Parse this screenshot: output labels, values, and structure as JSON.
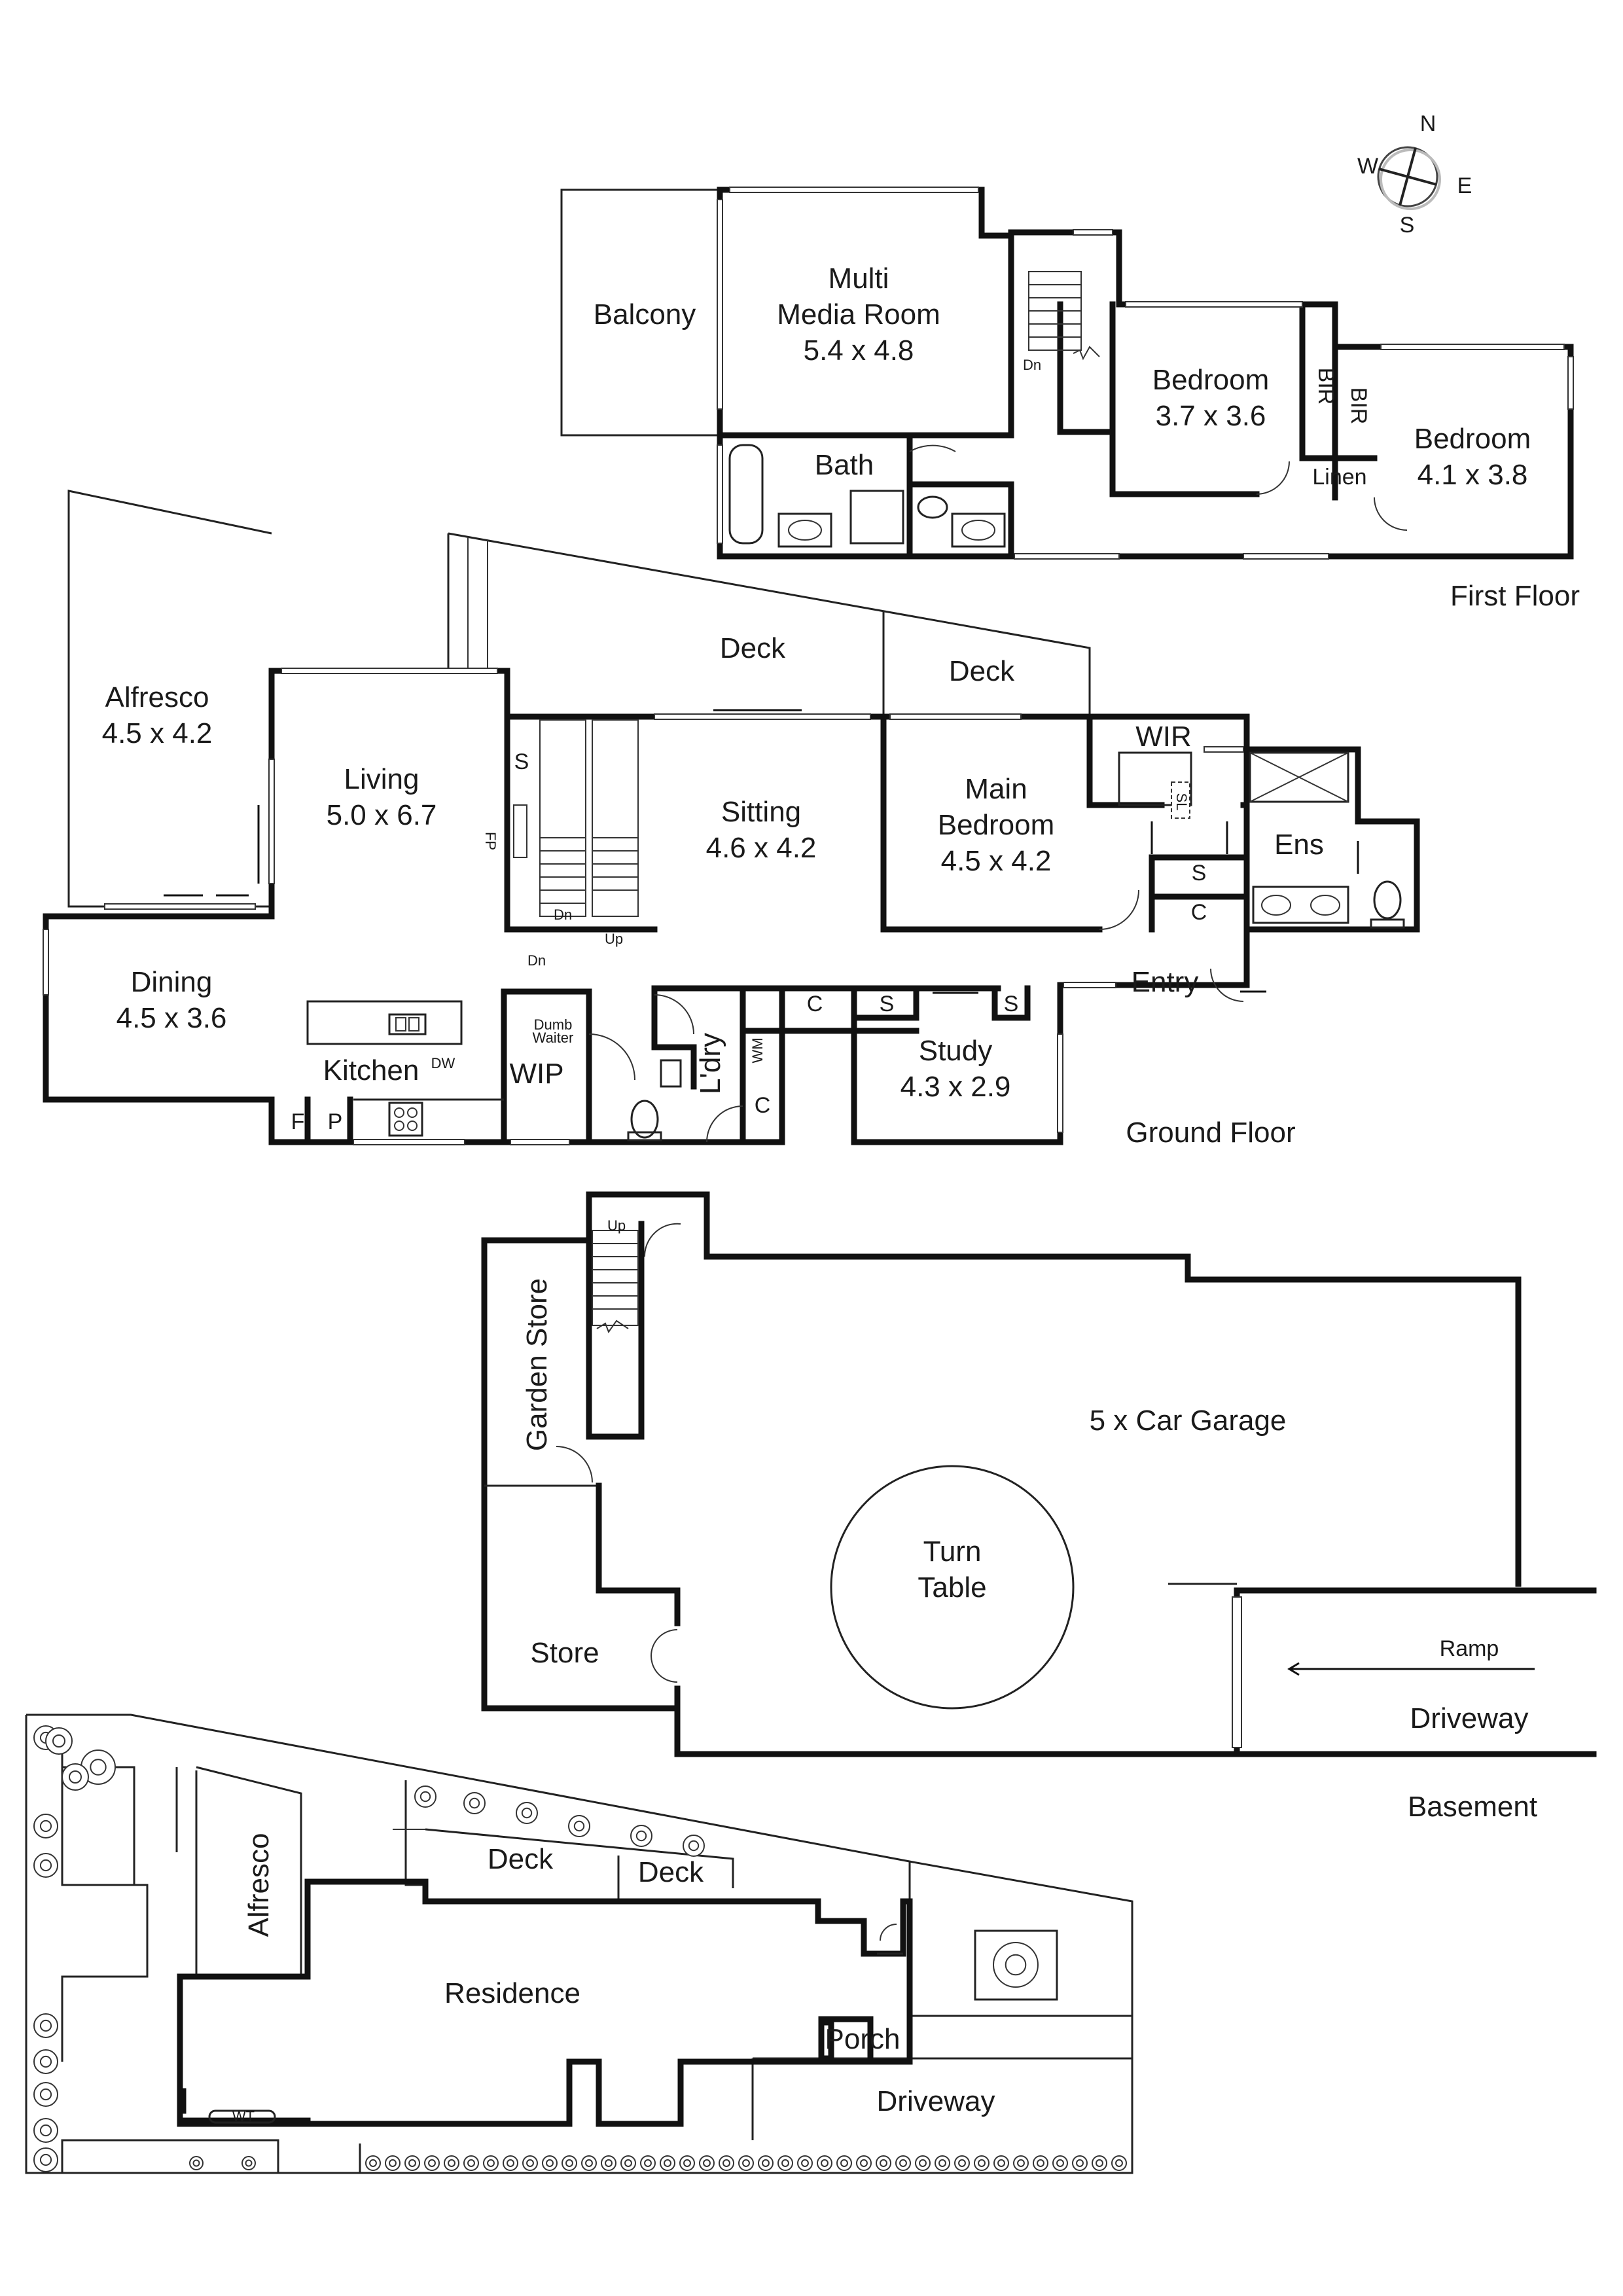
{
  "compass": {
    "n": "N",
    "e": "E",
    "s": "S",
    "w": "W"
  },
  "first_floor": {
    "title": "First Floor",
    "balcony": "Balcony",
    "multimedia": [
      "Multi",
      "Media Room",
      "5.4 x 4.8"
    ],
    "bath": "Bath",
    "bedroom2": [
      "Bedroom",
      "3.7 x 3.6"
    ],
    "bedroom3": [
      "Bedroom",
      "4.1 x 3.8"
    ],
    "bir": "BIR",
    "linen": "Linen",
    "dn": "Dn"
  },
  "ground_floor": {
    "title": "Ground Floor",
    "alfresco": [
      "Alfresco",
      "4.5 x 4.2"
    ],
    "living": [
      "Living",
      "5.0 x 6.7"
    ],
    "deck": "Deck",
    "sitting": [
      "Sitting",
      "4.6 x 4.2"
    ],
    "main_bedroom": [
      "Main",
      "Bedroom",
      "4.5 x 4.2"
    ],
    "wir": "WIR",
    "ens": "Ens",
    "sl": "SL",
    "dining": [
      "Dining",
      "4.5 x 3.6"
    ],
    "kitchen": "Kitchen",
    "dw": "DW",
    "wip": "WIP",
    "dumb_waiter": [
      "Dumb",
      "Waiter"
    ],
    "ldry": "L'dry",
    "wm": "WM",
    "study": [
      "Study",
      "4.3 x 2.9"
    ],
    "entry": "Entry",
    "s": "S",
    "c": "C",
    "f": "F",
    "p": "P",
    "fp": "FP",
    "up": "Up",
    "dn": "Dn"
  },
  "basement": {
    "title": "Basement",
    "garden_store": "Garden Store",
    "store": "Store",
    "garage": "5 x Car Garage",
    "turn_table": [
      "Turn",
      "Table"
    ],
    "ramp": "Ramp",
    "driveway": "Driveway",
    "up": "Up"
  },
  "site": {
    "alfresco": "Alfresco",
    "deck": "Deck",
    "residence": "Residence",
    "porch": "Porch",
    "driveway": "Driveway",
    "wt": "WT"
  }
}
